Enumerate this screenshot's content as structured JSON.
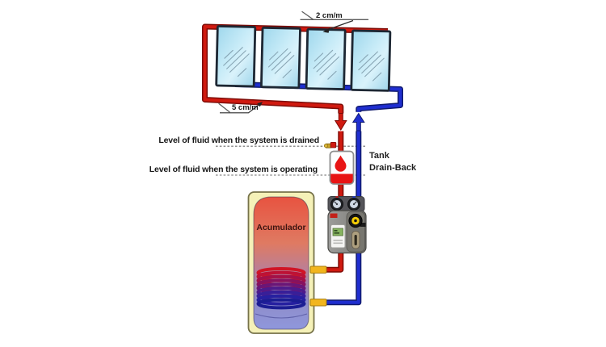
{
  "diagram": {
    "type": "solar-thermal-drainback-schematic",
    "labels": {
      "slope_top": "2 cm/m",
      "slope_bottom": "5 cm/m",
      "level_drained": "Level of fluid when the system is drained",
      "level_operating": "Level of fluid when the system is operating",
      "tank_line1": "Tank",
      "tank_line2": "Drain-Back",
      "accumulator": "Acumulador"
    },
    "collectors": {
      "count": 4
    }
  },
  "colors": {
    "hot": "#d01a10",
    "hot_dark": "#7e0b06",
    "cold": "#1f2ed0",
    "cold_dark": "#101a6e",
    "fluid": "#e81414",
    "stub": "#f2b51d",
    "stub_dark": "#a87d10",
    "casing": "#f5f1b8",
    "casing_border": "#77734a",
    "frame": "#1d2733",
    "gauge_hot": "#c32121",
    "gauge_cold": "#2440c2"
  },
  "accumulator": {
    "coil_colors": [
      "#d01425",
      "#bd1235",
      "#a31148",
      "#87125f",
      "#6a1677",
      "#4e1b8b",
      "#371f99",
      "#2620a0",
      "#1b1d93"
    ]
  }
}
